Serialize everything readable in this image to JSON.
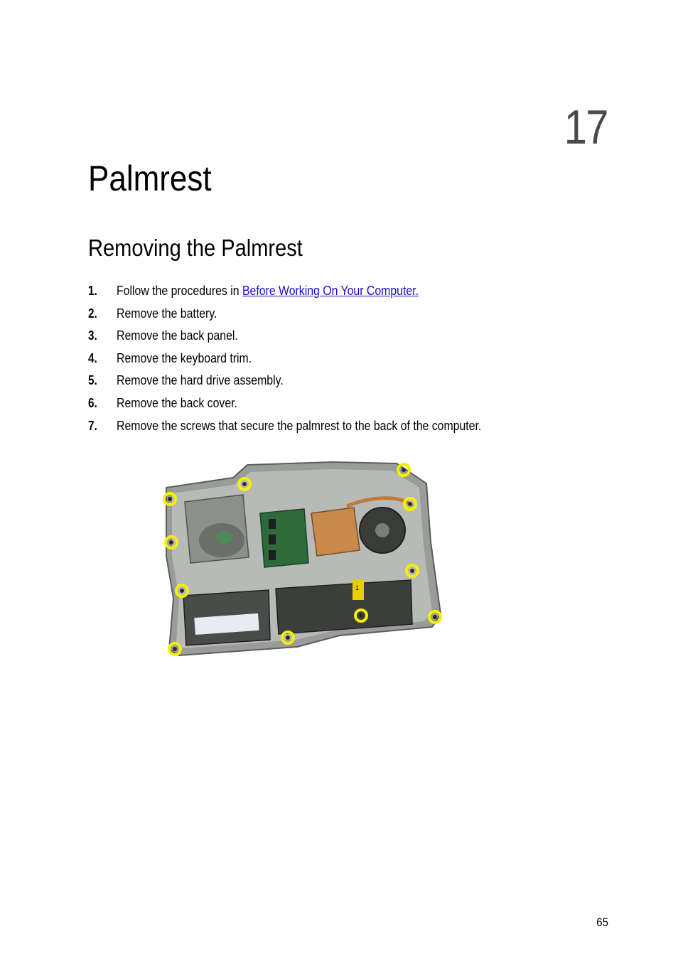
{
  "chapter": {
    "number": "17",
    "title": "Palmrest"
  },
  "section": {
    "title": "Removing the Palmrest"
  },
  "steps": [
    {
      "num": "1.",
      "pre": "Follow the procedures in ",
      "link": "Before Working On Your Computer.",
      "post": ""
    },
    {
      "num": "2.",
      "text": "Remove the battery."
    },
    {
      "num": "3.",
      "text": "Remove the back panel."
    },
    {
      "num": "4.",
      "text": "Remove the keyboard trim."
    },
    {
      "num": "5.",
      "text": "Remove the hard drive assembly."
    },
    {
      "num": "6.",
      "text": "Remove the back cover."
    },
    {
      "num": "7.",
      "text": "Remove the screws that secure the palmrest to the back of the computer."
    }
  ],
  "figure": {
    "screw_marker_color": "#f4f000",
    "label_digit": "1"
  },
  "page_number": "65",
  "colors": {
    "link": "#1a0dcc",
    "chapter_number": "#4a4a4a"
  }
}
